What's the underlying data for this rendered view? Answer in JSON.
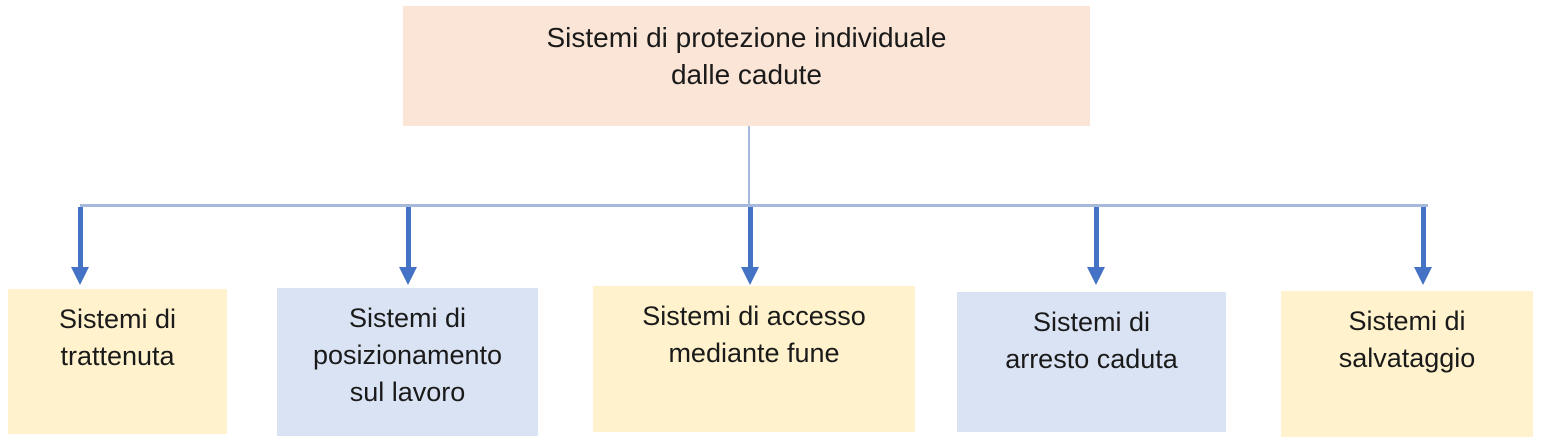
{
  "diagram": {
    "type": "hierarchy-flowchart",
    "root": {
      "label": "Sistemi di protezione individuale\ndalle cadute",
      "fill": "#FBE5D6"
    },
    "children": [
      {
        "label": "Sistemi di\ntrattenuta",
        "fill": "#FFF2CC"
      },
      {
        "label": "Sistemi di\nposizionamento\nsul lavoro",
        "fill": "#DAE3F3"
      },
      {
        "label": "Sistemi di accesso\nmediante fune",
        "fill": "#FFF2CC"
      },
      {
        "label": "Sistemi di\narresto caduta",
        "fill": "#DAE3F3"
      },
      {
        "label": "Sistemi di\nsalvataggio",
        "fill": "#FFF2CC"
      }
    ],
    "colors": {
      "connector_line": "#A6B8DC",
      "arrow": "#4472C4",
      "text": "#1A1A1A",
      "background": "#FFFFFF"
    }
  }
}
